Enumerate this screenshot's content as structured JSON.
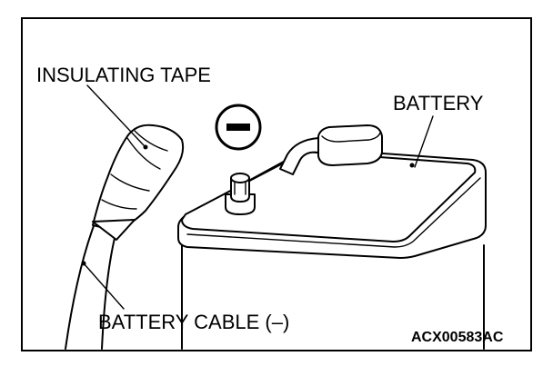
{
  "labels": {
    "insulating_tape": "INSULATING TAPE",
    "battery": "BATTERY",
    "battery_cable": "BATTERY CABLE (–)",
    "figure_code": "ACX00583AC"
  },
  "symbols": {
    "negative_terminal": "minus-in-circle"
  }
}
